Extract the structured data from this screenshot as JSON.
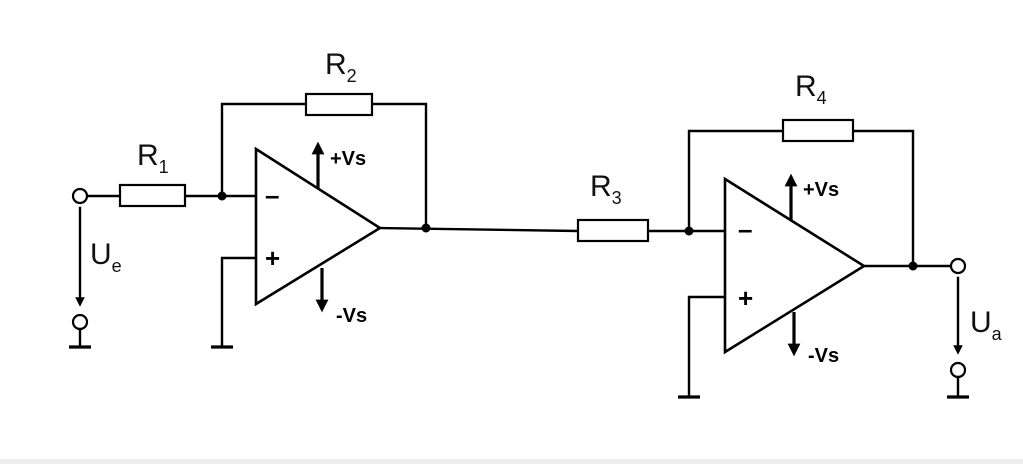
{
  "labels": {
    "r1": {
      "main": "R",
      "sub": "1"
    },
    "r2": {
      "main": "R",
      "sub": "2"
    },
    "r3": {
      "main": "R",
      "sub": "3"
    },
    "r4": {
      "main": "R",
      "sub": "4"
    },
    "input_voltage": {
      "main": "U",
      "sub": "e"
    },
    "output_voltage": {
      "main": "U",
      "sub": "a"
    }
  },
  "opamp1": {
    "inverting": "–",
    "non_inverting": "+",
    "pos_supply": "+Vs",
    "neg_supply": "-Vs"
  },
  "opamp2": {
    "inverting": "–",
    "non_inverting": "+",
    "pos_supply": "+Vs",
    "neg_supply": "-Vs"
  },
  "colors": {
    "stroke": "#000000",
    "background": "#ffffff"
  }
}
